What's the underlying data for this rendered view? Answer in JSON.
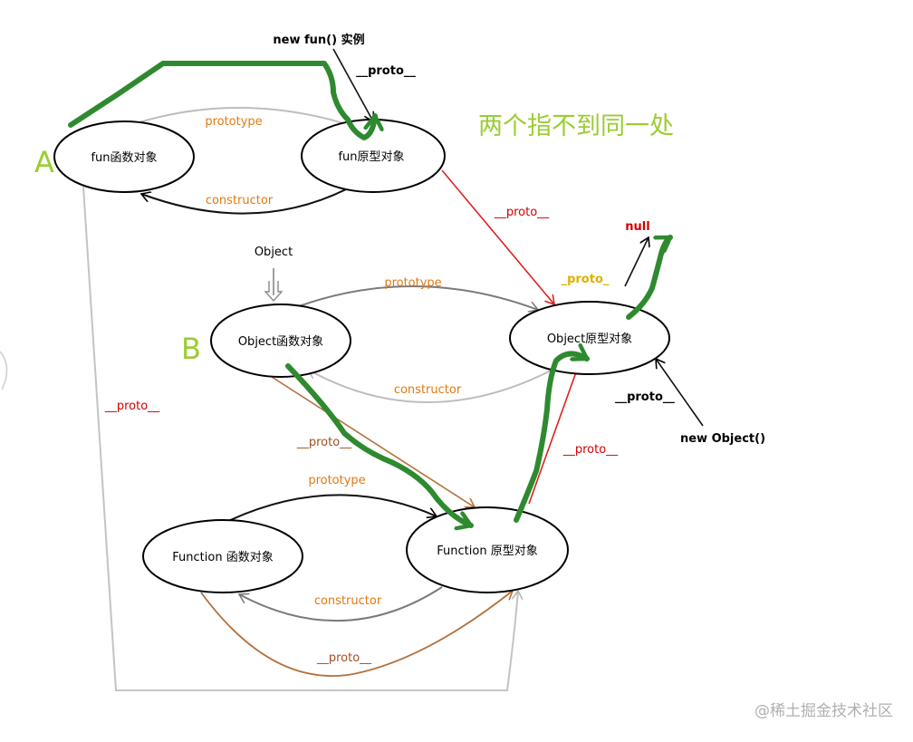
{
  "nodes": {
    "fun_function": "fun函数对象",
    "fun_prototype": "fun原型对象",
    "object_function": "Object函数对象",
    "object_prototype": "Object原型对象",
    "function_function": "Function 函数对象",
    "function_prototype": "Function 原型对象"
  },
  "labels": {
    "prototype": "prototype",
    "constructor": "constructor",
    "proto": "__proto__",
    "proto_gold": "_proto_",
    "new_fun": "new fun()  实例",
    "new_object": "new Object()",
    "object_word": "Object",
    "null_text": "null",
    "letter_a": "A",
    "letter_b": "B",
    "headline": "两个指不到同一处",
    "watermark": "@稀土掘金技术社区"
  },
  "colors": {
    "green_highlight": "#2f8a2f",
    "red_edge": "#e02020",
    "gray_edge": "#bdbdbd",
    "dark_gray_edge": "#7a7a7a",
    "brown_edge": "#b5703a",
    "orange_label": "#e07a10",
    "lime_text": "#9acd32"
  }
}
